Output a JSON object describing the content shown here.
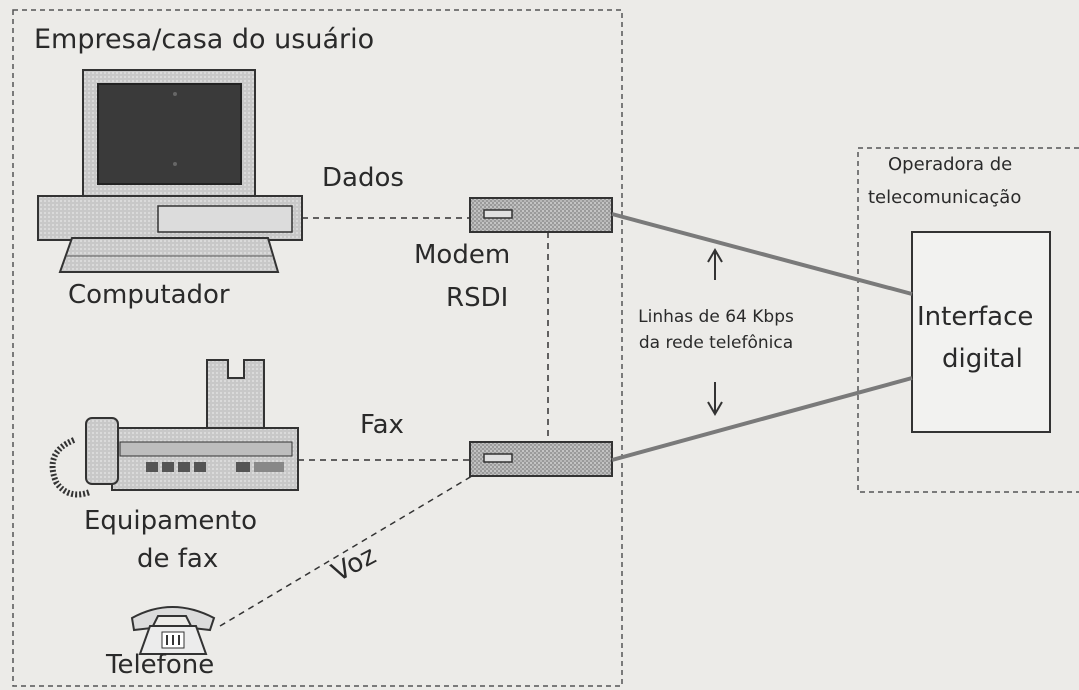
{
  "customer_area": {
    "title": "Empresa/casa do usuário"
  },
  "operator_area": {
    "title_line1": "Operadora de",
    "title_line2": "telecomunicação"
  },
  "devices": {
    "computer": "Computador",
    "modem_line1": "Modem",
    "modem_line2": "RSDI",
    "fax_line1": "Equipamento",
    "fax_line2": "de fax",
    "phone": "Telefone",
    "interface_line1": "Interface",
    "interface_line2": "digital"
  },
  "connections": {
    "data": "Dados",
    "fax": "Fax",
    "voice": "Voz",
    "lines_line1": "Linhas de 64 Kbps",
    "lines_line2": "da rede telefônica"
  },
  "colors": {
    "ink": "#2a2a2a",
    "background": "#ecebe8",
    "line": "#7a7a7a"
  }
}
